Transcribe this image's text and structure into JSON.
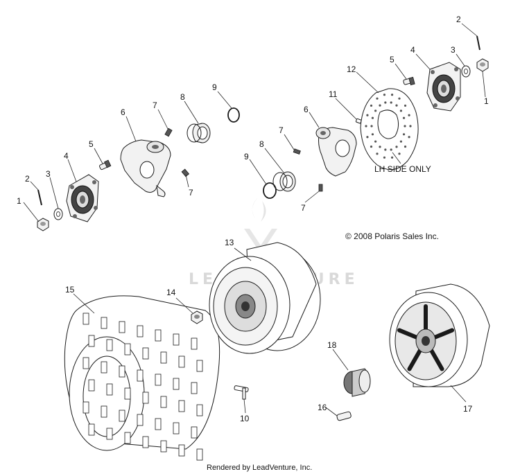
{
  "callouts": [
    {
      "id": "c1a",
      "text": "1"
    },
    {
      "id": "c2a",
      "text": "2"
    },
    {
      "id": "c3a",
      "text": "3"
    },
    {
      "id": "c4a",
      "text": "4"
    },
    {
      "id": "c5a",
      "text": "5"
    },
    {
      "id": "c6a",
      "text": "6"
    },
    {
      "id": "c7a",
      "text": "7"
    },
    {
      "id": "c7b",
      "text": "7"
    },
    {
      "id": "c8a",
      "text": "8"
    },
    {
      "id": "c9a",
      "text": "9"
    },
    {
      "id": "c1b",
      "text": "1"
    },
    {
      "id": "c2b",
      "text": "2"
    },
    {
      "id": "c3b",
      "text": "3"
    },
    {
      "id": "c4b",
      "text": "4"
    },
    {
      "id": "c5b",
      "text": "5"
    },
    {
      "id": "c6b",
      "text": "6"
    },
    {
      "id": "c7c",
      "text": "7"
    },
    {
      "id": "c7d",
      "text": "7"
    },
    {
      "id": "c8b",
      "text": "8"
    },
    {
      "id": "c9b",
      "text": "9"
    },
    {
      "id": "c11",
      "text": "11"
    },
    {
      "id": "c12",
      "text": "12"
    },
    {
      "id": "c13",
      "text": "13"
    },
    {
      "id": "c14",
      "text": "14"
    },
    {
      "id": "c15",
      "text": "15"
    },
    {
      "id": "c16",
      "text": "16"
    },
    {
      "id": "c17",
      "text": "17"
    },
    {
      "id": "c18",
      "text": "18"
    },
    {
      "id": "c10",
      "text": "10"
    }
  ],
  "notes": {
    "lh_side": "LH SIDE ONLY",
    "copyright": "© 2008 Polaris Sales Inc.",
    "watermark": "LEADVENTURE",
    "footer": "Rendered by LeadVenture, Inc."
  }
}
